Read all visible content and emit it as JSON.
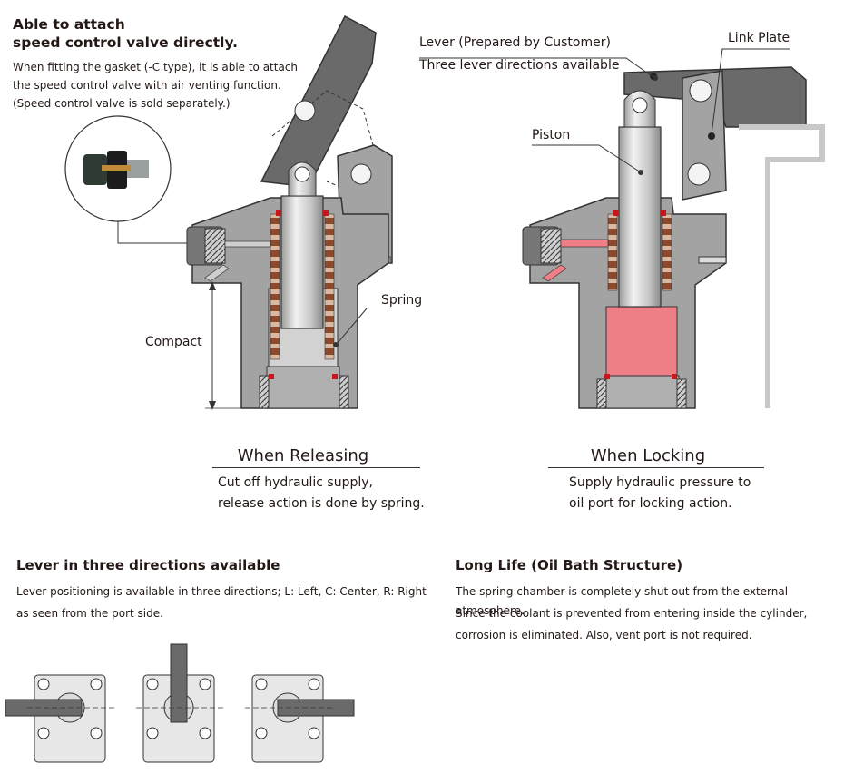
{
  "speed_control": {
    "title_line1": "Able to attach",
    "title_line2": "speed control valve directly.",
    "desc_line1": "When fitting the gasket (-C type), it is able to attach",
    "desc_line2": "the speed control valve with air venting function.",
    "desc_line3": "(Speed control valve is sold separately.)"
  },
  "releasing": {
    "caption": "When Releasing",
    "line1": "Cut off hydraulic supply,",
    "line2": "release action is done by spring.",
    "label_spring": "Spring",
    "label_compact": "Compact"
  },
  "locking": {
    "caption": "When Locking",
    "line1": "Supply hydraulic pressure to",
    "line2": "oil port for locking action.",
    "label_lever": "Lever (Prepared by Customer)",
    "label_directions": "Three lever directions available",
    "label_link_plate": "Link Plate",
    "label_piston": "Piston"
  },
  "lever_section": {
    "title": "Lever in three directions available",
    "line1": "Lever positioning is available in three directions; L: Left, C: Center, R: Right",
    "line2": "as seen from the port side."
  },
  "long_life": {
    "title": "Long Life (Oil Bath Structure)",
    "line1": "The spring chamber is completely shut out from the external atmosphere.",
    "line2": "Since the coolant is prevented from entering inside the cylinder,",
    "line3": "corrosion is eliminated. Also, vent port is not required."
  },
  "colors": {
    "body_gray": "#a3a3a3",
    "dark_gray": "#6a6a6a",
    "oil_pink": "#ee7f87",
    "spring_brown": "#8b4a2b",
    "seal_red": "#c8161d"
  }
}
